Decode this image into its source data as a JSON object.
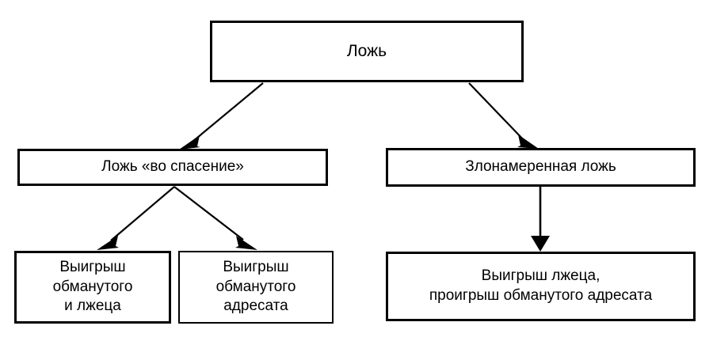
{
  "diagram": {
    "title_text": "Ложь",
    "background_color": "#ffffff",
    "line_color": "#000000",
    "text_color": "#000000",
    "nodes": [
      {
        "id": "root",
        "label": "Ложь",
        "level": 0
      },
      {
        "id": "white-lie",
        "label": "Ложь «во спасение»",
        "level": 1
      },
      {
        "id": "malicious-lie",
        "label": "Злонамеренная ложь",
        "level": 1
      },
      {
        "id": "both-win",
        "label": "Выигрыш\nобманутого\nи лжеца",
        "level": 2
      },
      {
        "id": "addressee-wins",
        "label": "Выигрыш\nобманутого\nадресата",
        "level": 2
      },
      {
        "id": "liar-wins",
        "label": "Выигрыш лжеца,\nпроигрыш обманутого адресата",
        "level": 2
      }
    ],
    "edges": [
      {
        "id": "root-to-white-lie",
        "from": "root",
        "to": "white-lie",
        "style": "solid-arrow"
      },
      {
        "id": "root-to-malicious-lie",
        "from": "root",
        "to": "malicious-lie",
        "style": "solid-arrow"
      },
      {
        "id": "white-lie-to-both-win",
        "from": "white-lie",
        "to": "both-win",
        "style": "solid-arrow"
      },
      {
        "id": "white-lie-to-addressee-wins",
        "from": "white-lie",
        "to": "addressee-wins",
        "style": "solid-arrow"
      },
      {
        "id": "malicious-lie-to-liar-wins",
        "from": "malicious-lie",
        "to": "liar-wins",
        "style": "solid-arrow"
      }
    ]
  }
}
